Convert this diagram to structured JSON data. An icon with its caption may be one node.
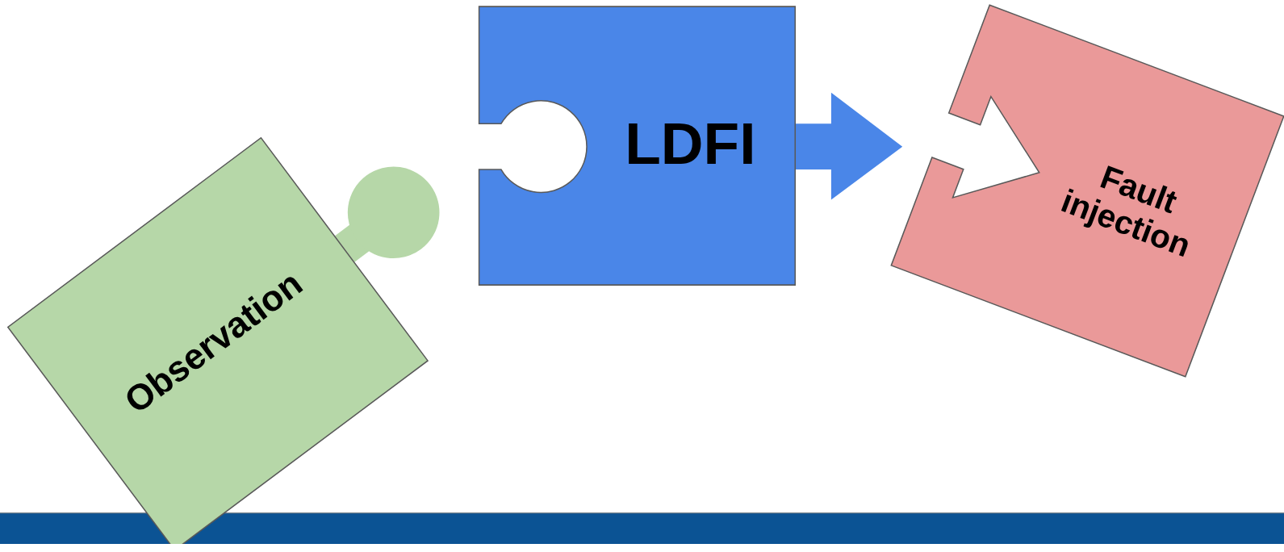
{
  "diagram": {
    "nodes": [
      {
        "text": [
          "Observation"
        ]
      },
      {
        "text": [
          "LDFI"
        ]
      },
      {
        "text": [
          "Fault injection"
        ]
      }
    ]
  }
}
